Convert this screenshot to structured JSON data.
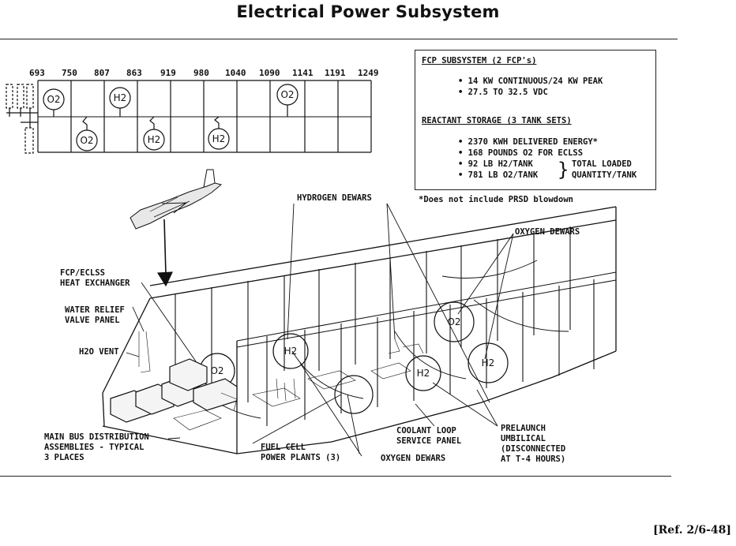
{
  "title": "Electrical Power Subsystem",
  "stations": [
    "693",
    "750",
    "807",
    "863",
    "919",
    "980",
    "1040",
    "1090",
    "1141",
    "1191",
    "1249"
  ],
  "tank_labels": {
    "o2": "O2",
    "h2": "H2"
  },
  "fcp_box": {
    "heading": "FCP SUBSYSTEM (2 FCP's)",
    "items": [
      "• 14 KW CONTINUOUS/24 KW PEAK",
      "• 27.5 TO 32.5 VDC"
    ],
    "reactant_heading": "REACTANT STORAGE (3 TANK SETS)",
    "reactant_items": [
      "• 2370 KWH DELIVERED ENERGY*",
      "• 168 POUNDS O2 FOR ECLSS",
      "• 92 LB H2/TANK",
      "• 781 LB O2/TANK"
    ],
    "total_loaded": "TOTAL LOADED",
    "quantity_tank": "QUANTITY/TANK"
  },
  "footnote": "*Does not include PRSD blowdown",
  "callouts": {
    "hydrogen_dewars": "HYDROGEN DEWARS",
    "oxygen_dewars_top": "OXYGEN DEWARS",
    "fcp_eclss": "FCP/ECLSS\nHEAT EXCHANGER",
    "water_relief": "WATER RELIEF\nVALVE PANEL",
    "h2o_vent": "H2O VENT",
    "main_bus": "MAIN BUS DISTRIBUTION\nASSEMBLIES - TYPICAL\n3 PLACES",
    "fuel_cell": "FUEL CELL\nPOWER PLANTS (3)",
    "oxygen_dewars_bottom": "OXYGEN DEWARS",
    "coolant_loop": "COOLANT LOOP\nSERVICE PANEL",
    "prelaunch": "PRELAUNCH\nUMBILICAL\n(DISCONNECTED\nAT T-4 HOURS)"
  },
  "reference": "[Ref. 2/6-48]"
}
